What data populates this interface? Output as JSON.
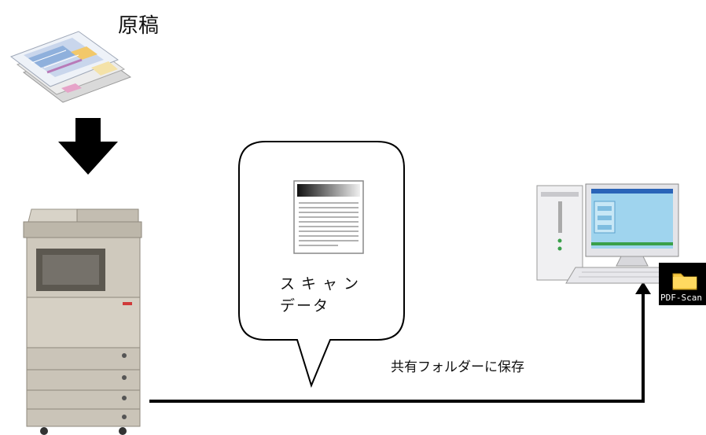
{
  "labels": {
    "original": "原稿",
    "scan_data_line1": "スキャン",
    "scan_data_line2": "データ",
    "save_to_shared": "共有フォルダーに保存",
    "folder_name": "PDF-Scan"
  },
  "icons": {
    "documents": "documents-icon",
    "arrow_down": "arrow-down-icon",
    "copier": "multifunction-printer-icon",
    "scan_document": "scanned-document-icon",
    "computer": "desktop-computer-icon",
    "folder": "folder-icon"
  },
  "colors": {
    "line": "#000000",
    "screen": "#9fd4ee",
    "folder": "#f5c842",
    "copier_body": "#cfc9bd"
  }
}
